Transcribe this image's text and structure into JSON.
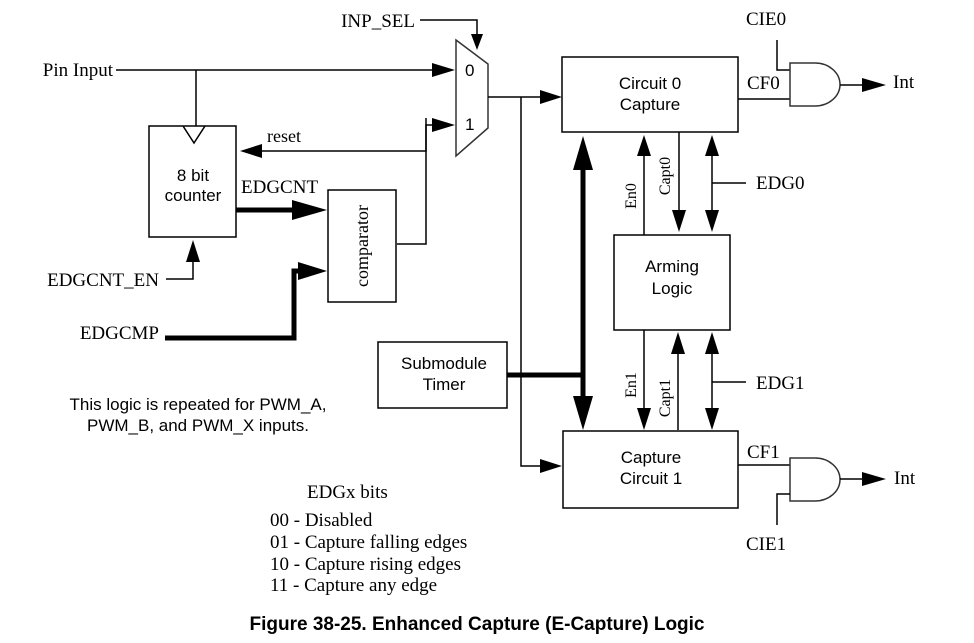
{
  "figure": {
    "caption": "Figure 38-25. Enhanced Capture (E-Capture) Logic"
  },
  "signals": {
    "inp_sel": "INP_SEL",
    "pin_input": "Pin Input",
    "reset": "reset",
    "edgcnt": "EDGCNT",
    "edgcnt_en": "EDGCNT_EN",
    "edgcmp": "EDGCMP",
    "cie0": "CIE0",
    "cf0": "CF0",
    "int0": "Int",
    "edg0": "EDG0",
    "en0": "En0",
    "capt0": "Capt0",
    "en1": "En1",
    "capt1": "Capt1",
    "edg1": "EDG1",
    "cf1": "CF1",
    "int1": "Int",
    "cie1": "CIE1"
  },
  "blocks": {
    "counter": [
      "8 bit",
      "counter"
    ],
    "comparator": "comparator",
    "mux_in0": "0",
    "mux_in1": "1",
    "circuit0": [
      "Circuit 0",
      "Capture"
    ],
    "arming": [
      "Arming",
      "Logic"
    ],
    "circuit1": [
      "Capture",
      "Circuit 1"
    ],
    "timer": [
      "Submodule",
      "Timer"
    ]
  },
  "notes": {
    "repeat": [
      "This logic is repeated for PWM_A,",
      "PWM_B, and PWM_X inputs."
    ],
    "edgx_title": "EDGx bits",
    "edgx_list": [
      "00 - Disabled",
      "01 - Capture falling edges",
      "10 - Capture rising edges",
      "11 - Capture any edge"
    ]
  }
}
